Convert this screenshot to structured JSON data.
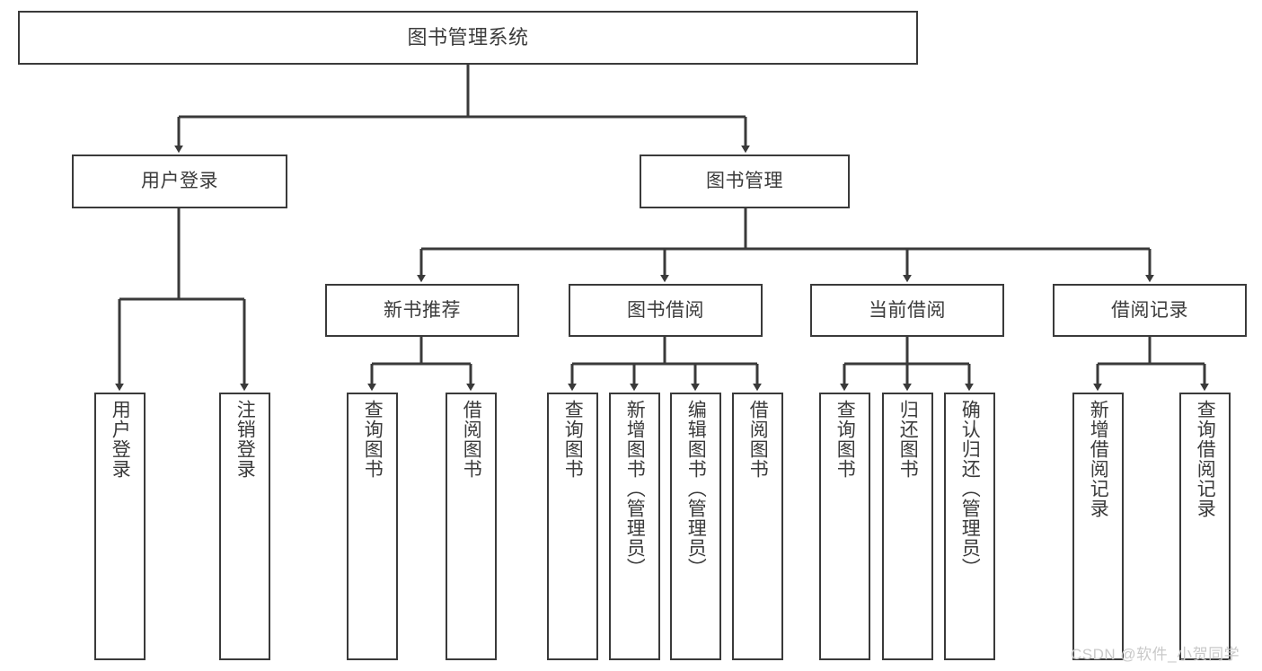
{
  "diagram": {
    "type": "tree",
    "title": "图书管理系统",
    "background_color": "#ffffff",
    "node_border_color": "#3a3a3a",
    "text_color": "#3b3b3b",
    "edge_color": "#3a3a3a"
  },
  "nodes": {
    "root": {
      "label": "图书管理系统"
    },
    "level2": [
      {
        "label": "用户登录"
      },
      {
        "label": "图书管理"
      }
    ],
    "level3": [
      {
        "label": "新书推荐"
      },
      {
        "label": "图书借阅"
      },
      {
        "label": "当前借阅"
      },
      {
        "label": "借阅记录"
      }
    ],
    "leaves": {
      "user_login": [
        {
          "label": "用户登录"
        },
        {
          "label": "注销登录"
        }
      ],
      "new_book": [
        {
          "label": "查询图书"
        },
        {
          "label": "借阅图书"
        }
      ],
      "book_borrow": [
        {
          "label": "查询图书"
        },
        {
          "label": "新增图书（管理员）"
        },
        {
          "label": "编辑图书（管理员）"
        },
        {
          "label": "借阅图书"
        }
      ],
      "current_borrow": [
        {
          "label": "查询图书"
        },
        {
          "label": "归还图书"
        },
        {
          "label": "确认归还（管理员）"
        }
      ],
      "borrow_record": [
        {
          "label": "新增借阅记录"
        },
        {
          "label": "查询借阅记录"
        }
      ]
    }
  },
  "watermark": {
    "text": "CSDN @软件_小贺同学"
  }
}
